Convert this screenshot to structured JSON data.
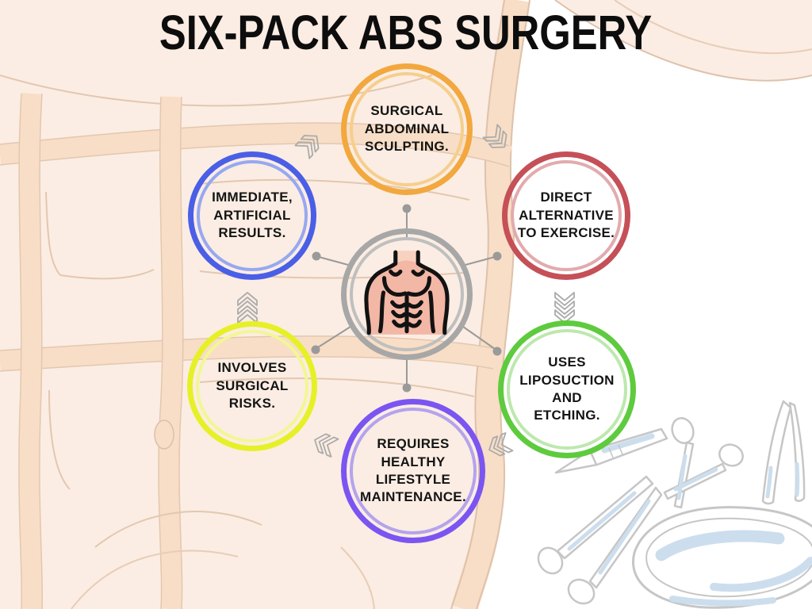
{
  "diagram": {
    "title": "SIX-PACK ABS SURGERY",
    "center": {
      "icon": "torso-abs-icon",
      "ring_color": "#a7a7a7",
      "ring_inner_color": "#bfbfbf"
    },
    "nodes": [
      {
        "position": "top",
        "label": "SURGICAL ABDOMINAL SCULPTING.",
        "ring_color": "#F2A83E",
        "ring_inner_color": "#F6CE8D"
      },
      {
        "position": "top-left",
        "label": "IMMEDIATE, ARTIFICIAL RESULTS.",
        "ring_color": "#4A5FE6",
        "ring_inner_color": "#97A8F1"
      },
      {
        "position": "top-right",
        "label": "DIRECT ALTERNATIVE TO EXERCISE.",
        "ring_color": "#C55058",
        "ring_inner_color": "#E2ABAE"
      },
      {
        "position": "bottom-left",
        "label": "INVOLVES SURGICAL RISKS.",
        "ring_color": "#E5F126",
        "ring_inner_color": "#F2F795"
      },
      {
        "position": "bottom-right",
        "label": "USES LIPOSUCTION AND ETCHING.",
        "ring_color": "#5ECB3E",
        "ring_inner_color": "#BDE8AE"
      },
      {
        "position": "bottom",
        "label": "REQUIRES HEALTHY LIFESTYLE MAINTENANCE.",
        "ring_color": "#7B55F1",
        "ring_inner_color": "#B4A3EC"
      }
    ],
    "decorations": {
      "background_left": "abdominal-anatomy-illustration",
      "bottom_right_icons": [
        "scalpel",
        "scissors",
        "tweezers",
        "forceps",
        "kidney-dish"
      ],
      "connector_color": "#9a9a9a",
      "chevron_color": "#ababab",
      "background_peach": "#FBEDE3",
      "band_color": "#F8DEC6",
      "tool_blue": "#CCDEED"
    }
  }
}
